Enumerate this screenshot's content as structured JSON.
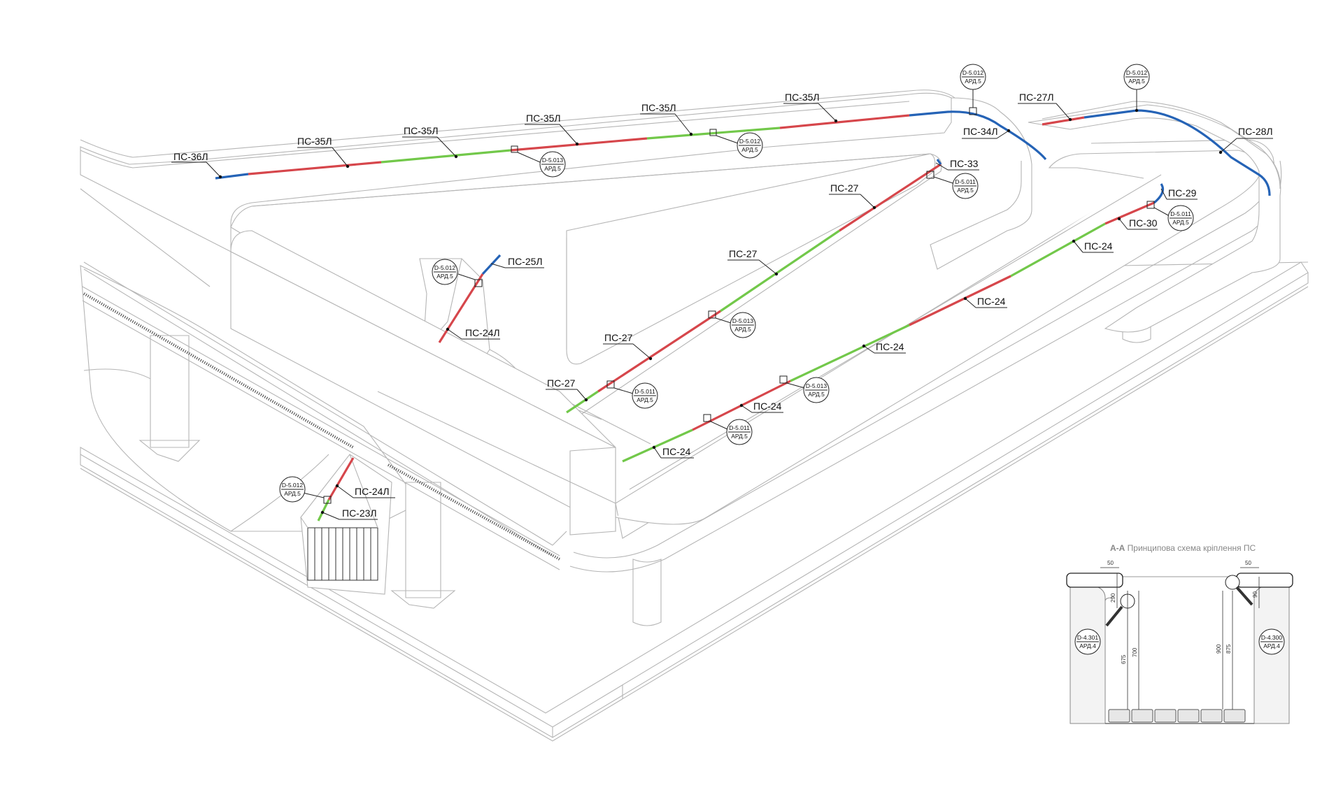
{
  "colors": {
    "red": "#d6464b",
    "green": "#72c84a",
    "blue": "#2563b6",
    "outline": "#b5b5b5"
  },
  "segment_labels": [
    {
      "id": "l36",
      "text": "ПС-36Л"
    },
    {
      "id": "l35a",
      "text": "ПС-35Л"
    },
    {
      "id": "l35b",
      "text": "ПС-35Л"
    },
    {
      "id": "l35c",
      "text": "ПС-35Л"
    },
    {
      "id": "l35d",
      "text": "ПС-35Л"
    },
    {
      "id": "l35e",
      "text": "ПС-35Л"
    },
    {
      "id": "l34",
      "text": "ПС-34Л"
    },
    {
      "id": "l27L",
      "text": "ПС-27Л"
    },
    {
      "id": "l28",
      "text": "ПС-28Л"
    },
    {
      "id": "l33",
      "text": "ПС-33"
    },
    {
      "id": "l27a",
      "text": "ПС-27"
    },
    {
      "id": "l27b",
      "text": "ПС-27"
    },
    {
      "id": "l27c",
      "text": "ПС-27"
    },
    {
      "id": "l27d",
      "text": "ПС-27"
    },
    {
      "id": "l29",
      "text": "ПС-29"
    },
    {
      "id": "l30",
      "text": "ПС-30"
    },
    {
      "id": "l24a",
      "text": "ПС-24"
    },
    {
      "id": "l24b",
      "text": "ПС-24"
    },
    {
      "id": "l24c",
      "text": "ПС-24"
    },
    {
      "id": "l24d",
      "text": "ПС-24"
    },
    {
      "id": "l24e",
      "text": "ПС-24"
    },
    {
      "id": "l25L",
      "text": "ПС-25Л"
    },
    {
      "id": "l24La",
      "text": "ПС-24Л"
    },
    {
      "id": "l24Lb",
      "text": "ПС-24Л"
    },
    {
      "id": "l23L",
      "text": "ПС-23Л"
    }
  ],
  "callouts": [
    {
      "id": "c1",
      "code": "D-5.013",
      "ref": "АРД.5"
    },
    {
      "id": "c2",
      "code": "D-5.012",
      "ref": "АРД.5"
    },
    {
      "id": "c3",
      "code": "D-5.012",
      "ref": "АРД.5"
    },
    {
      "id": "c4",
      "code": "D-5.012",
      "ref": "АРД.5"
    },
    {
      "id": "c5",
      "code": "D-5.011",
      "ref": "АРД.5"
    },
    {
      "id": "c6",
      "code": "D-5.011",
      "ref": "АРД.5"
    },
    {
      "id": "c7",
      "code": "D-5.012",
      "ref": "АРД.5"
    },
    {
      "id": "c8",
      "code": "D-5.013",
      "ref": "АРД.5"
    },
    {
      "id": "c9",
      "code": "D-5.011",
      "ref": "АРД.5"
    },
    {
      "id": "c10",
      "code": "D-5.013",
      "ref": "АРД.5"
    },
    {
      "id": "c11",
      "code": "D-5.011",
      "ref": "АРД.5"
    },
    {
      "id": "c12",
      "code": "D-5.012",
      "ref": "АРД.5"
    }
  ],
  "section": {
    "title_bold": "А-А",
    "title_rest": " Принципова схема кріплення ПС",
    "left_tag": {
      "code": "D-4.301",
      "ref": "АРД.4"
    },
    "right_tag": {
      "code": "D-4.300",
      "ref": "АРД.4"
    },
    "dims": {
      "d50a": "50",
      "d290": "290",
      "d675": "675",
      "d700": "700",
      "d900": "900",
      "d875": "875",
      "d50b": "50",
      "d90": "90"
    }
  }
}
